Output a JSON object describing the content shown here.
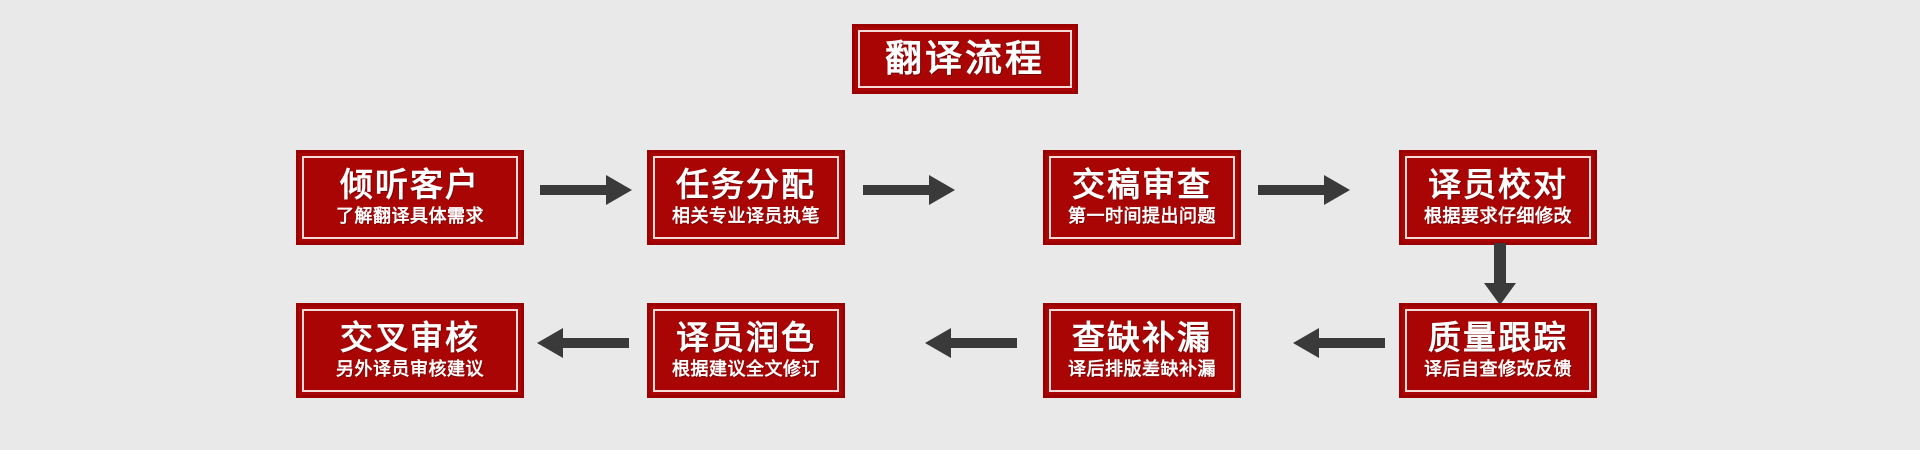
{
  "diagram": {
    "type": "flowchart",
    "title_box": {
      "headline": "翻译流程",
      "subline": ""
    },
    "colors": {
      "background": "#e9e9e9",
      "box_fill": "#a90505",
      "box_outer_border": "#9c0101",
      "box_inner_border": "#f3dcd9",
      "text": "#ffffff",
      "arrow": "#3a3a3a"
    },
    "row1_direction": "left-to-right",
    "row2_direction": "right-to-left",
    "connector_direction": "down",
    "steps": [
      {
        "index": 1,
        "headline": "倾听客户",
        "subline": "了解翻译具体需求"
      },
      {
        "index": 2,
        "headline": "任务分配",
        "subline": "相关专业译员执笔"
      },
      {
        "index": 3,
        "headline": "交稿审查",
        "subline": "第一时间提出问题"
      },
      {
        "index": 4,
        "headline": "译员校对",
        "subline": "根据要求仔细修改"
      },
      {
        "index": 5,
        "headline": "质量跟踪",
        "subline": "译后自查修改反馈"
      },
      {
        "index": 6,
        "headline": "查缺补漏",
        "subline": "译后排版差缺补漏"
      },
      {
        "index": 7,
        "headline": "译员润色",
        "subline": "根据建议全文修订"
      },
      {
        "index": 8,
        "headline": "交叉审核",
        "subline": "另外译员审核建议"
      }
    ],
    "arrows": [
      {
        "id": "a1",
        "from": "倾听客户",
        "to": "任务分配",
        "direction": "right"
      },
      {
        "id": "a2",
        "from": "任务分配",
        "to": "交稿审查",
        "direction": "right"
      },
      {
        "id": "a3",
        "from": "交稿审查",
        "to": "译员校对",
        "direction": "right"
      },
      {
        "id": "a4",
        "from": "译员校对",
        "to": "质量跟踪",
        "direction": "down"
      },
      {
        "id": "a5",
        "from": "质量跟踪",
        "to": "查缺补漏",
        "direction": "left"
      },
      {
        "id": "a6",
        "from": "查缺补漏",
        "to": "译员润色",
        "direction": "left"
      },
      {
        "id": "a7",
        "from": "译员润色",
        "to": "交叉审核",
        "direction": "left"
      }
    ]
  }
}
